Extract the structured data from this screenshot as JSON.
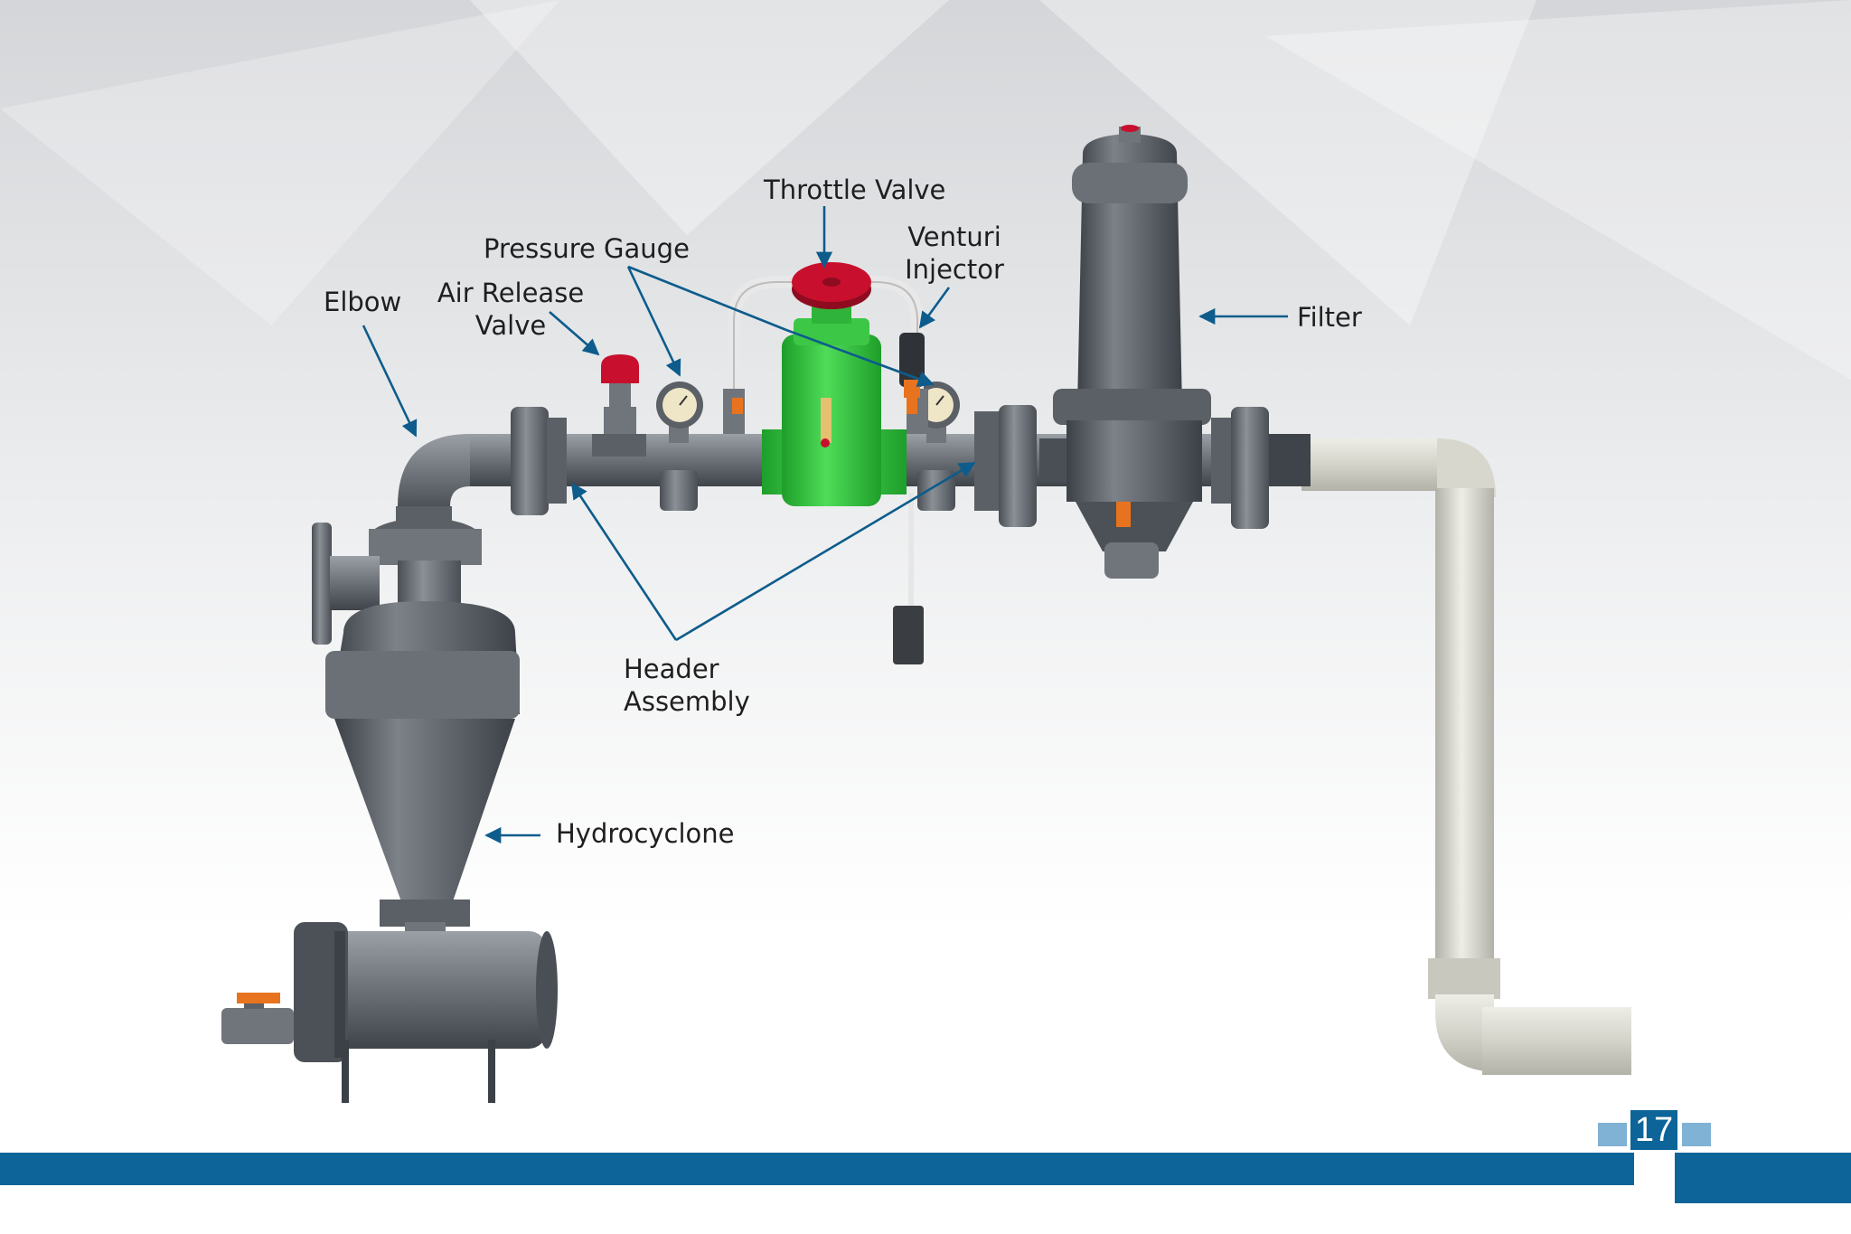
{
  "labels": {
    "throttle_valve": "Throttle Valve",
    "pressure_gauge": "Pressure Gauge",
    "venturi_line1": "Venturi",
    "venturi_line2": "Injector",
    "elbow": "Elbow",
    "air_release_line1": "Air Release",
    "air_release_line2": "Valve",
    "filter": "Filter",
    "header_line1": "Header",
    "header_line2": "Assembly",
    "hydrocyclone": "Hydrocyclone"
  },
  "page_number": "17",
  "colors": {
    "accent_blue": "#0d6498",
    "light_blue": "#7fb2d4",
    "pipe_grey": "#6f757b",
    "pipe_dark": "#4a4f55",
    "green_body": "#2fc43a",
    "valve_red": "#c8102e",
    "handle_orange": "#e8731e",
    "white_pipe": "#d9d8cf"
  }
}
